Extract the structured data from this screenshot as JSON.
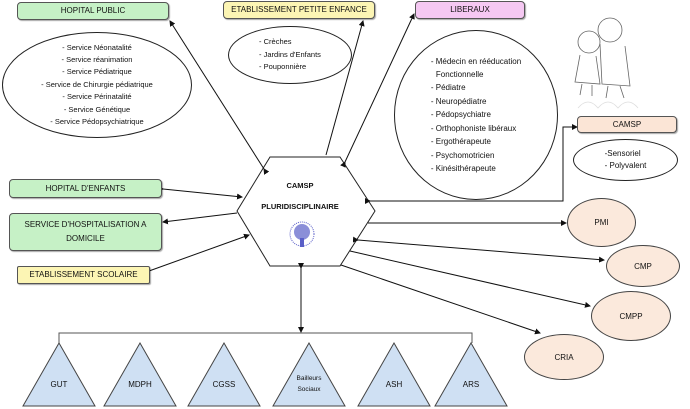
{
  "center": {
    "title": "CAMSP",
    "subtitle": "PLURIDISCIPLINAIRE",
    "logo_icon": "tree-logo-icon"
  },
  "hopital_public": {
    "label": "HOPITAL  PUBLIC",
    "items": [
      "- Service Néonatalité",
      "- Service réanimation",
      "- Service Pédiatrique",
      "-  Service de Chirurgie pédiatrique",
      "- Service Périnatalité",
      "- Service Génétique",
      "- Service Pédopsychiatrique"
    ]
  },
  "petite_enfance": {
    "label": "ETABLISSEMENT PETITE ENFANCE",
    "items": [
      "- Crèches",
      "- Jardins  d'Enfants",
      "- Pouponnière"
    ]
  },
  "liberaux": {
    "label": "LIBERAUX",
    "items": [
      "- Médecin en rééducation",
      "  Fonctionnelle",
      "- Pédiatre",
      "- Neuropédiatre",
      "- Pédopsychiatre",
      "- Orthophoniste libéraux",
      "- Ergothérapeute",
      "- Psychomotricien",
      "- Kinésithérapeute"
    ]
  },
  "camsp_specialise": {
    "label": "CAMSP",
    "items": [
      "-Sensoriel",
      "- Polyvalent"
    ]
  },
  "children_illustration": "children-illustration-icon",
  "left_boxes": {
    "hopital_enfants": "HOPITAL  D'ENFANTS",
    "had_line1": "SERVICE D'HOSPITALISATION A",
    "had_line2": "DOMICILE",
    "scolaire": "ETABLISSEMENT SCOLAIRE"
  },
  "right_bubbles": [
    "PMI",
    "CMP",
    "CMPP",
    "CRIA"
  ],
  "bottom_triangles": [
    "GUT",
    "MDPH",
    "CGSS",
    "Bailleurs\nSociaux",
    "ASH",
    "ARS"
  ],
  "colors": {
    "green": "#c6f1c6",
    "yellow": "#fcf5b4",
    "pink": "#f5c8f2",
    "peach": "#fbe5d6",
    "triangle": "#cfe0f3",
    "logo": "#5a5fc8"
  }
}
